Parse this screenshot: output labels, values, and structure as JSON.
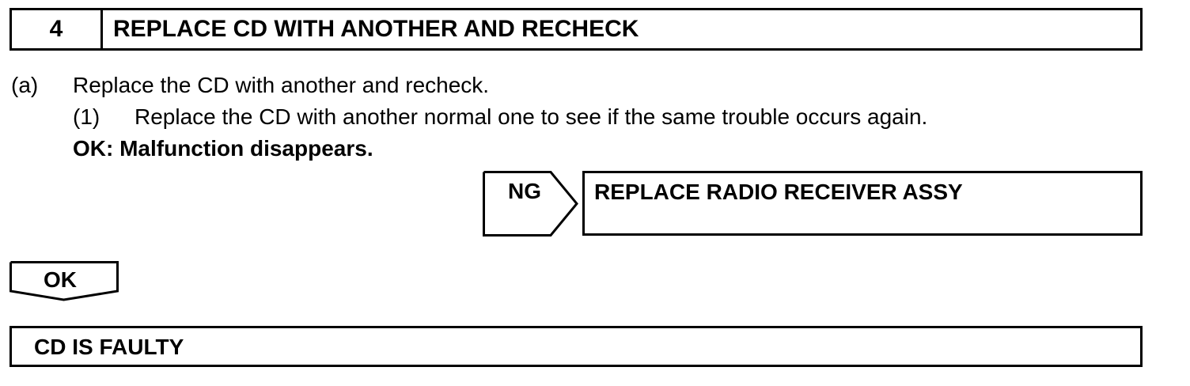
{
  "step": {
    "number": "4",
    "title": "REPLACE CD WITH ANOTHER AND RECHECK"
  },
  "instruction": {
    "label": "(a)",
    "text": "Replace the CD with another and recheck.",
    "substep": {
      "label": "(1)",
      "text": "Replace the CD with another normal one to see if the same trouble occurs again."
    },
    "ok_condition": "OK: Malfunction disappears."
  },
  "ng_branch": {
    "label": "NG",
    "action": "REPLACE RADIO RECEIVER ASSY"
  },
  "ok_branch": {
    "label": "OK",
    "result": "CD IS FAULTY"
  }
}
